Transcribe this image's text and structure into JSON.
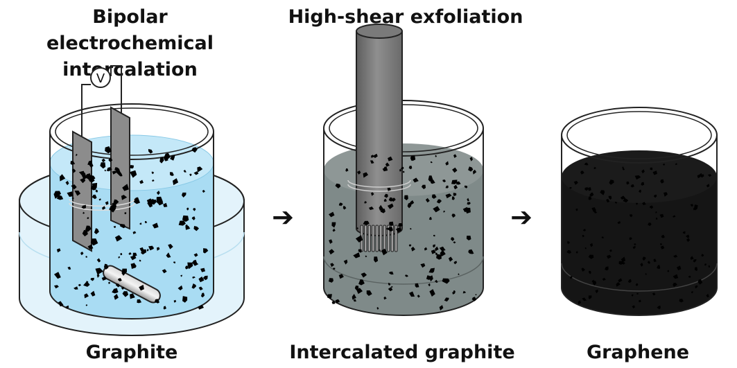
{
  "titles": {
    "step1": "Bipolar electrochemical intercalation",
    "step1_line1": "Bipolar electrochemical",
    "step1_line2": "intercalation",
    "step2": "High-shear exfoliation"
  },
  "captions": {
    "stage1": "Graphite",
    "stage2": "Intercalated graphite",
    "stage3": "Graphene"
  },
  "voltmeter_symbol": "V",
  "arrows": [
    "➔",
    "➔"
  ],
  "colors": {
    "electrolyte_blue": "#a9dcf3",
    "outer_bath": "#dff1fb",
    "intercalated_gray": "#7f8a89",
    "graphene_black": "#151515",
    "electrode_gray": "#8c8c8c",
    "particle": "#000000"
  }
}
